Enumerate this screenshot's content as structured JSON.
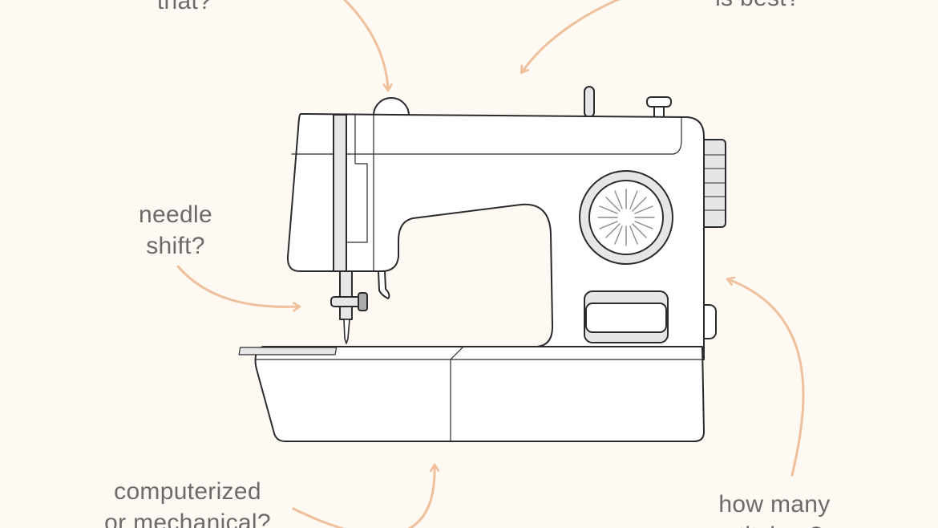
{
  "colors": {
    "background": "#FFF9F4",
    "arrow": "#EFC09B",
    "outline": "#2b2b2b",
    "machine_fill": "#FFFFFF",
    "accent_gray": "#E6E6E6",
    "text": "#6d6a69"
  },
  "annotations": {
    "top_left": [
      "that?"
    ],
    "top_right": [
      "is best?"
    ],
    "needle_shift": [
      "needle",
      "shift?"
    ],
    "computerized": [
      "computerized",
      "or mechanical?"
    ],
    "stitches": [
      "how many",
      "stitches?"
    ]
  },
  "illustration": {
    "subject": "sewing-machine",
    "parts": [
      "body",
      "handwheel",
      "stitch-dial",
      "needle-bar",
      "presser-foot",
      "spool-pin",
      "bobbin-winder",
      "needle-plate",
      "free-arm-base",
      "reverse-button"
    ]
  }
}
